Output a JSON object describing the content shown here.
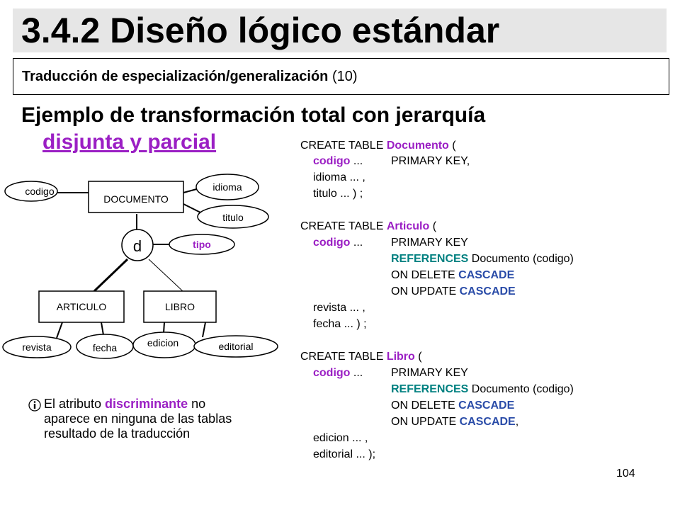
{
  "title": "3.4.2 Diseño lógico estándar",
  "subtitle": {
    "bold": "Traducción de especialización/generalización",
    "normal": "(10)"
  },
  "heading": {
    "line1": "Ejemplo de transformación total con jerarquía",
    "line2": "disjunta y parcial"
  },
  "diagram": {
    "entity_main": "DOCUMENTO",
    "attributes_main": [
      "codigo",
      "idioma",
      "titulo"
    ],
    "discriminant": "tipo",
    "disjoint_symbol": "d",
    "subentities": [
      "ARTICULO",
      "LIBRO"
    ],
    "articulo_attributes": [
      "revista",
      "fecha"
    ],
    "libro_attributes": [
      "edicion",
      "editorial"
    ]
  },
  "sql": {
    "block1": {
      "l1a": "CREATE TABLE ",
      "l1b": "Documento",
      "l1c": " (",
      "l2a": "codigo",
      "l2b": " ...",
      "l2c": "PRIMARY KEY,",
      "l3": "idioma ... ,",
      "l4": "titulo ... ) ;"
    },
    "block2": {
      "l1a": "CREATE TABLE ",
      "l1b": "Articulo",
      "l1c": " (",
      "l2a": "codigo",
      "l2b": " ...",
      "l2c": "PRIMARY KEY",
      "l3a": "REFERENCES",
      "l3b": " Documento (codigo)",
      "l4a": "ON DELETE ",
      "l4b": "CASCADE",
      "l5a": "ON UPDATE ",
      "l5b": "CASCADE",
      "l6": "revista ... ,",
      "l7": "fecha ... ) ;"
    },
    "block3": {
      "l1a": "CREATE TABLE ",
      "l1b": "Libro",
      "l1c": " (",
      "l2a": "codigo",
      "l2b": " ...",
      "l2c": "PRIMARY KEY",
      "l3a": "REFERENCES",
      "l3b": " Documento (codigo)",
      "l4a": "ON DELETE ",
      "l4b": "CASCADE",
      "l5a": "ON UPDATE ",
      "l5b": "CASCADE",
      "l5c": ",",
      "l6": "edicion ... ,",
      "l7": "editorial ... );"
    }
  },
  "note": {
    "icon": "info-icon",
    "a": "El atributo ",
    "b": "discriminante",
    "c": " no aparece en ninguna de las tablas resultado de la traducción"
  },
  "page_number": "104"
}
